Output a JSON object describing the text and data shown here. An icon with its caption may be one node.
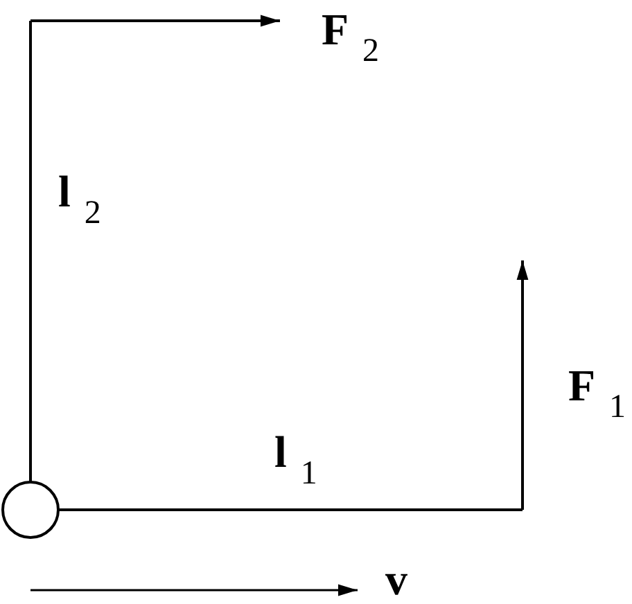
{
  "diagram": {
    "labels": [
      "F$_{2}$",
      "l$_{2}$",
      "F$_{1}$",
      "l$_{1}$",
      "v"
    ]
  }
}
